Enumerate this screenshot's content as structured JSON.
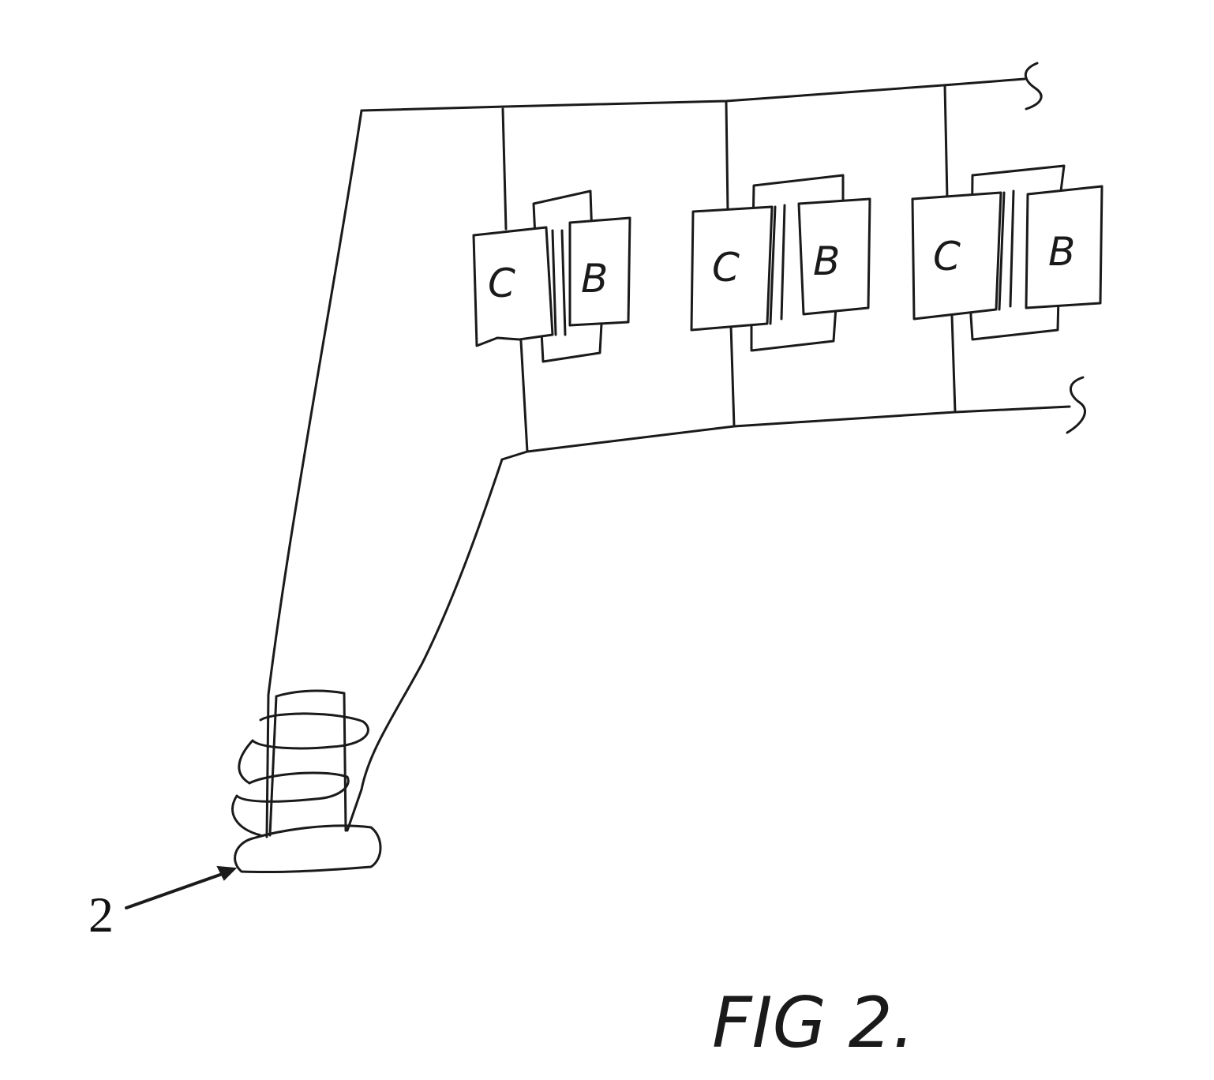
{
  "units": [
    {
      "c_label": "C",
      "b_label": "B"
    },
    {
      "c_label": "C",
      "b_label": "B"
    },
    {
      "c_label": "C",
      "b_label": "B"
    }
  ],
  "reference_numeral": "2",
  "figure_caption": "FIG 2."
}
